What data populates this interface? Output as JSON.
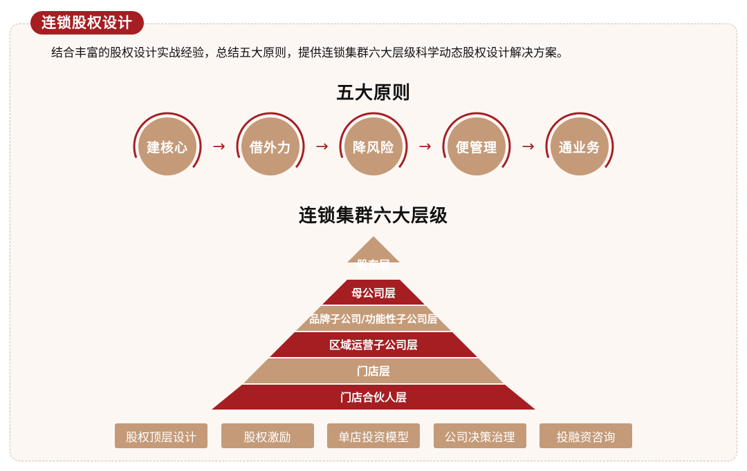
{
  "header": {
    "tag": "连锁股权设计"
  },
  "intro": "结合丰富的股权设计实战经验，总结五大原则，提供连锁集群六大层级科学动态股权设计解决方案。",
  "principles": {
    "title": "五大原则",
    "items": [
      "建核心",
      "借外力",
      "降风险",
      "便管理",
      "通业务"
    ],
    "arrow": "→"
  },
  "levels": {
    "title": "连锁集群六大层级",
    "items": [
      "股东层",
      "母公司层",
      "品牌子公司/功能性子公司层",
      "区域运营子公司层",
      "门店层",
      "门店合伙人层"
    ]
  },
  "services": [
    "股权顶层设计",
    "股权激励",
    "单店投资模型",
    "公司决策治理",
    "投融资咨询"
  ],
  "colors": {
    "red": "#a51e22",
    "tan": "#c49a78",
    "panel_bg": "#fdf7f4"
  }
}
